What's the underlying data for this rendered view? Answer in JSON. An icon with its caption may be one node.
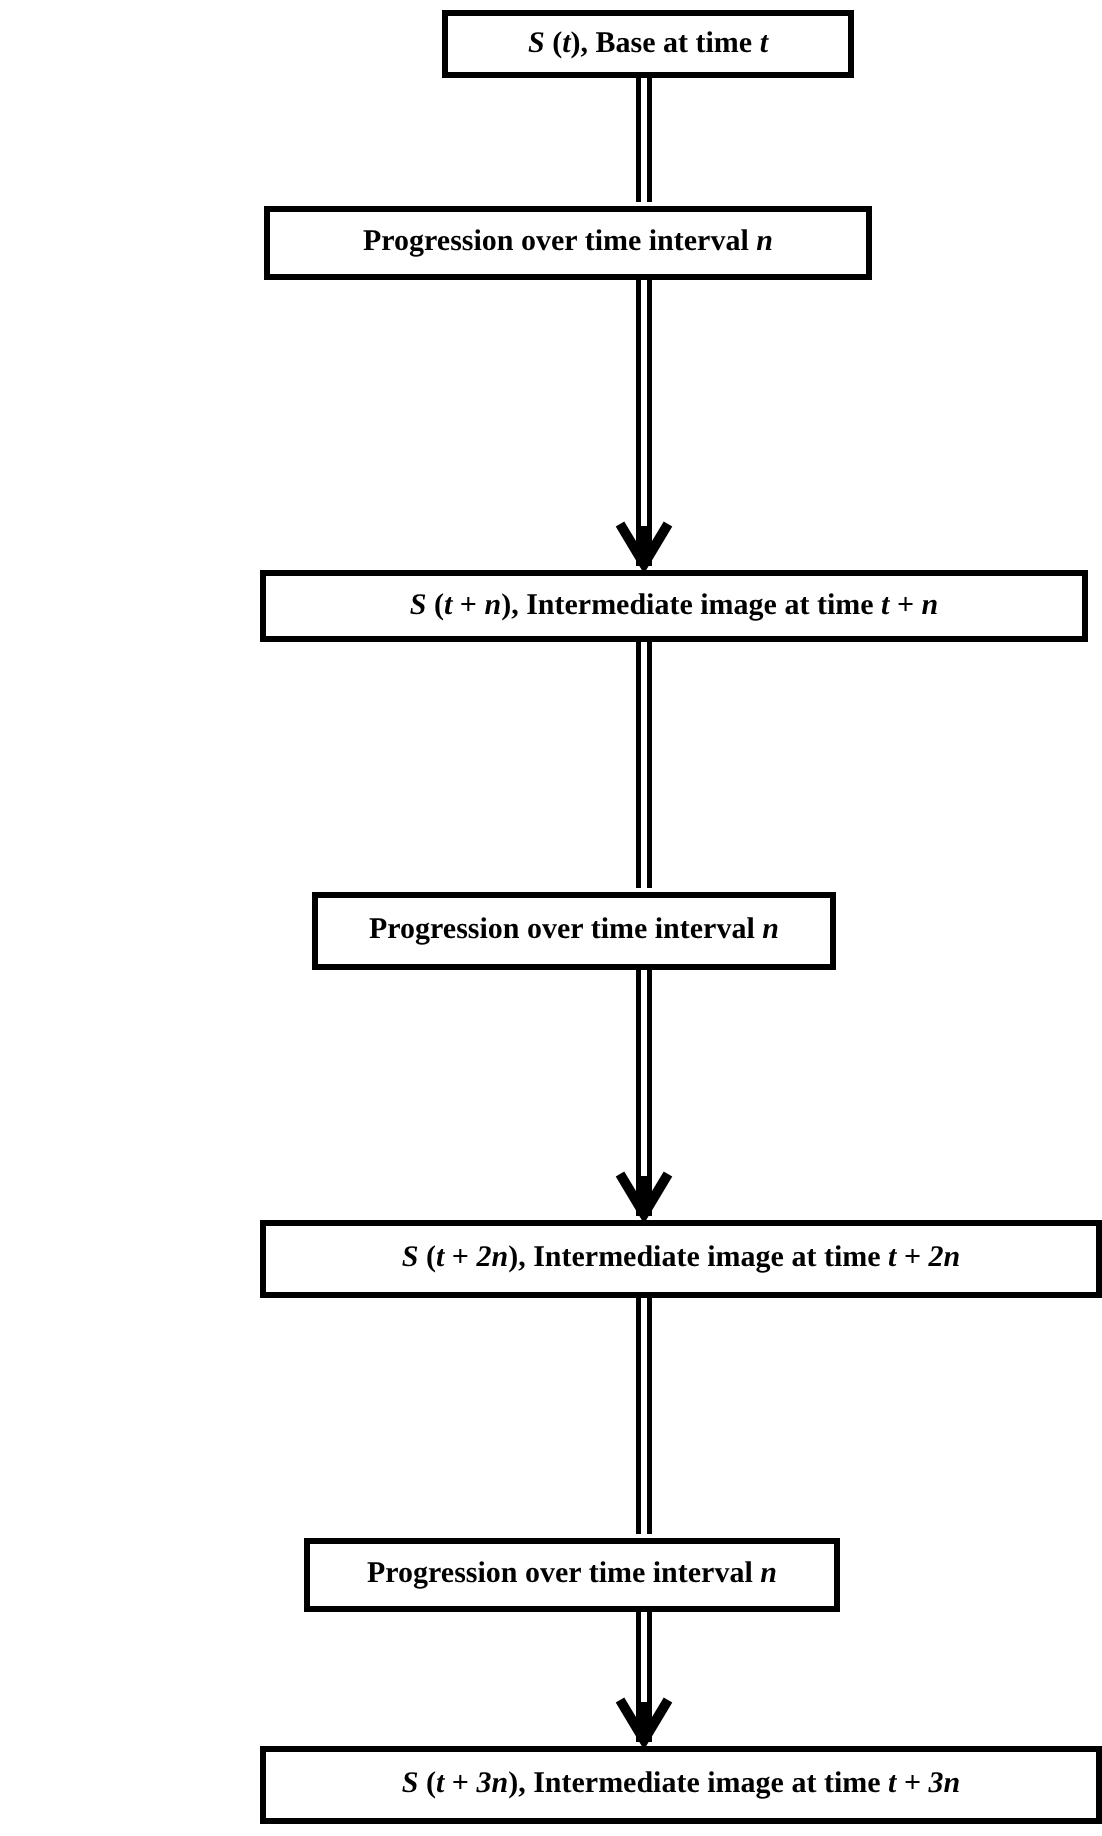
{
  "diagram": {
    "nodes": [
      {
        "text": [
          "*S* (*t*), Base at time *t*"
        ]
      },
      {
        "text": [
          "Progression over time interval *n*"
        ]
      },
      {
        "text": [
          "*S* (*t* + *n*), Intermediate image at time *t* + *n*"
        ]
      },
      {
        "text": [
          "Progression over time interval *n*"
        ]
      },
      {
        "text": [
          "*S* (*t* + *2n*), Intermediate image at time *t* + *2n*"
        ]
      },
      {
        "text": [
          "Progression over time interval *n*"
        ]
      },
      {
        "text": [
          "*S* (*t* + *3n*), Intermediate image at time *t* + *3n*"
        ]
      }
    ],
    "edges": [
      {
        "from": 0,
        "to": 1,
        "arrow": "none"
      },
      {
        "from": 1,
        "to": 2,
        "arrow": "to"
      },
      {
        "from": 2,
        "to": 3,
        "arrow": "none"
      },
      {
        "from": 3,
        "to": 4,
        "arrow": "to"
      },
      {
        "from": 4,
        "to": 5,
        "arrow": "none"
      },
      {
        "from": 5,
        "to": 6,
        "arrow": "to"
      }
    ]
  }
}
